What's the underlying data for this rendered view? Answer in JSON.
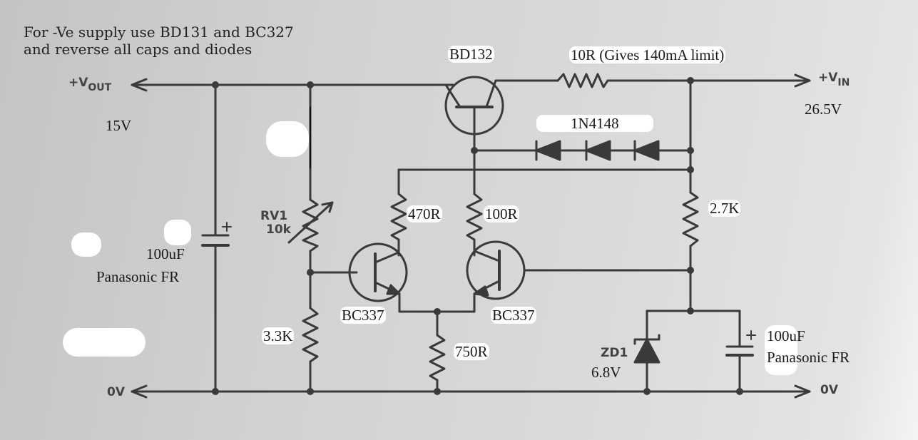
{
  "note": {
    "line1": "For -Ve supply use BD131 and BC327",
    "line2": "and reverse all caps and diodes"
  },
  "terminals": {
    "vout_main": "+V",
    "vout_sub": "OUT",
    "vin_main": "+V",
    "vin_sub": "IN",
    "gnd_left": "0V",
    "gnd_right": "0V"
  },
  "values": {
    "vout": "15V",
    "vin": "26.5V"
  },
  "components": {
    "q_pass": "BD132",
    "r_sense": "10R (Gives 140mA limit)",
    "diodes": "1N4148",
    "rv1_ref": "RV1",
    "rv1_val": "10k",
    "r470": "470R",
    "r100": "100R",
    "r27k": "2.7K",
    "c_out_val": "100uF",
    "c_out_type": "Panasonic FR",
    "q_left": "BC337",
    "q_right": "BC337",
    "r33k": "3.3K",
    "r750": "750R",
    "zd_ref": "ZD1",
    "zd_val": "6.8V",
    "c_in_val": "100uF",
    "c_in_type": "Panasonic FR"
  },
  "colors": {
    "ink": "#3a3a3a",
    "paper": "#d2d2d2",
    "whiteout": "#ffffff"
  }
}
